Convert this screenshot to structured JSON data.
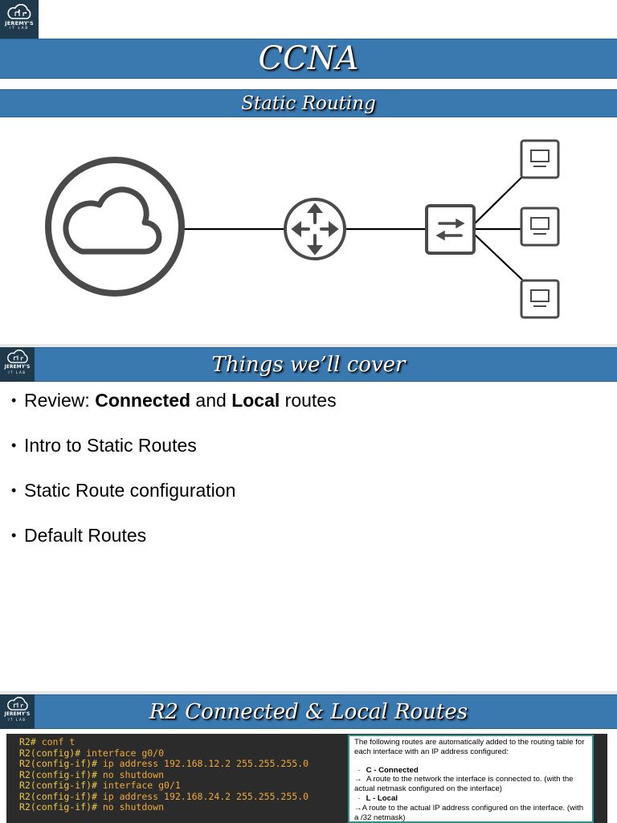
{
  "logo": {
    "line1": "JEREMY'S",
    "line2": "IT LAB",
    "icon": "cloud-circuit-icon"
  },
  "slide1": {
    "title": "CCNA",
    "subtitle": "Static Routing",
    "diagram": {
      "nodes": [
        "cloud-icon",
        "router-icon",
        "switch-icon",
        "pc-icon",
        "pc-icon",
        "pc-icon"
      ]
    }
  },
  "slide2": {
    "title": "Things we’ll cover",
    "bullets": [
      {
        "pre": "Review: ",
        "b1": "Connected",
        "mid": " and ",
        "b2": "Local",
        "post": " routes"
      },
      {
        "text": "Intro to Static Routes"
      },
      {
        "text": "Static Route configuration"
      },
      {
        "text": "Default Routes"
      }
    ]
  },
  "slide3": {
    "title": "R2 Connected & Local Routes",
    "cli": [
      {
        "prompt": "R2# ",
        "cmd": "conf t"
      },
      {
        "prompt": "R2(config)# ",
        "cmd": "interface g0/0"
      },
      {
        "prompt": "R2(config-if)# ",
        "cmd": "ip address 192.168.12.2 255.255.255.0"
      },
      {
        "prompt": "R2(config-if)# ",
        "cmd": "no shutdown"
      },
      {
        "prompt": "R2(config-if)# ",
        "cmd": "interface g0/1"
      },
      {
        "prompt": "R2(config-if)# ",
        "cmd": "ip address 192.168.24.2 255.255.255.0"
      },
      {
        "prompt": "R2(config-if)# ",
        "cmd": "no shutdown"
      }
    ],
    "note": {
      "intro": "The following routes are automatically added to the routing table for each interface with an IP address configured:",
      "c_label": "C - Connected",
      "c_text": "A route to the network the interface is connected to. (with the actual netmask configured on the interface)",
      "l_label": "L - Local",
      "l_text": "A route to the actual IP address configured on the interface. (with a /32 netmask)",
      "bullet": "·",
      "arrow": "→"
    }
  },
  "colors": {
    "banner": "#3a78b0",
    "logo_bg": "#1f3a4d",
    "cli_bg": "#2b2b2b",
    "cli_command": "#f2a93b",
    "cli_prompt": "#f4c542",
    "note_border": "#2f8f8c",
    "icon_stroke": "#4a4a4a"
  }
}
